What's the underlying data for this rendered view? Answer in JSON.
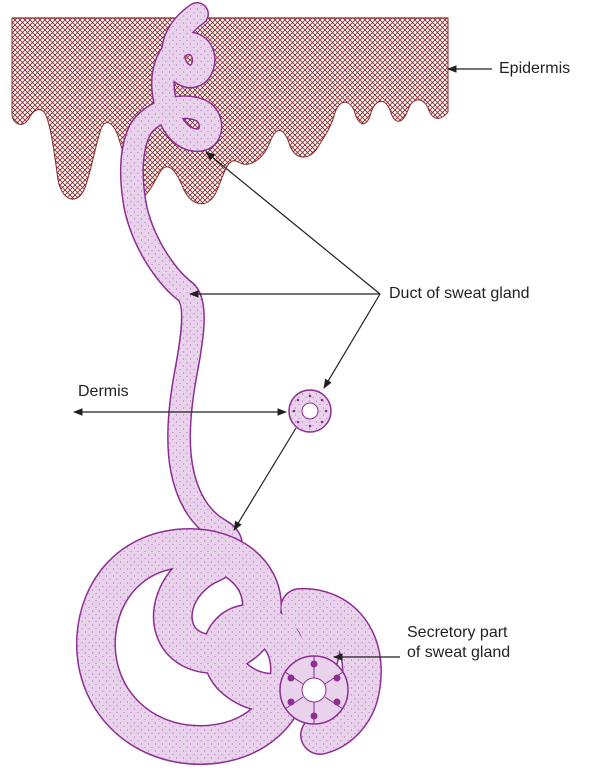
{
  "labels": {
    "epidermis": "Epidermis",
    "duct": "Duct of sweat gland",
    "dermis": "Dermis",
    "secretory_line1": "Secretory part",
    "secretory_line2": "of sweat gland"
  },
  "colors": {
    "epidermis_fill": "#8a2a2a",
    "gland_fill": "#e9d3ec",
    "gland_outline": "#8e2e93",
    "stipple": "#a04aa8",
    "arrow": "#231f20"
  }
}
